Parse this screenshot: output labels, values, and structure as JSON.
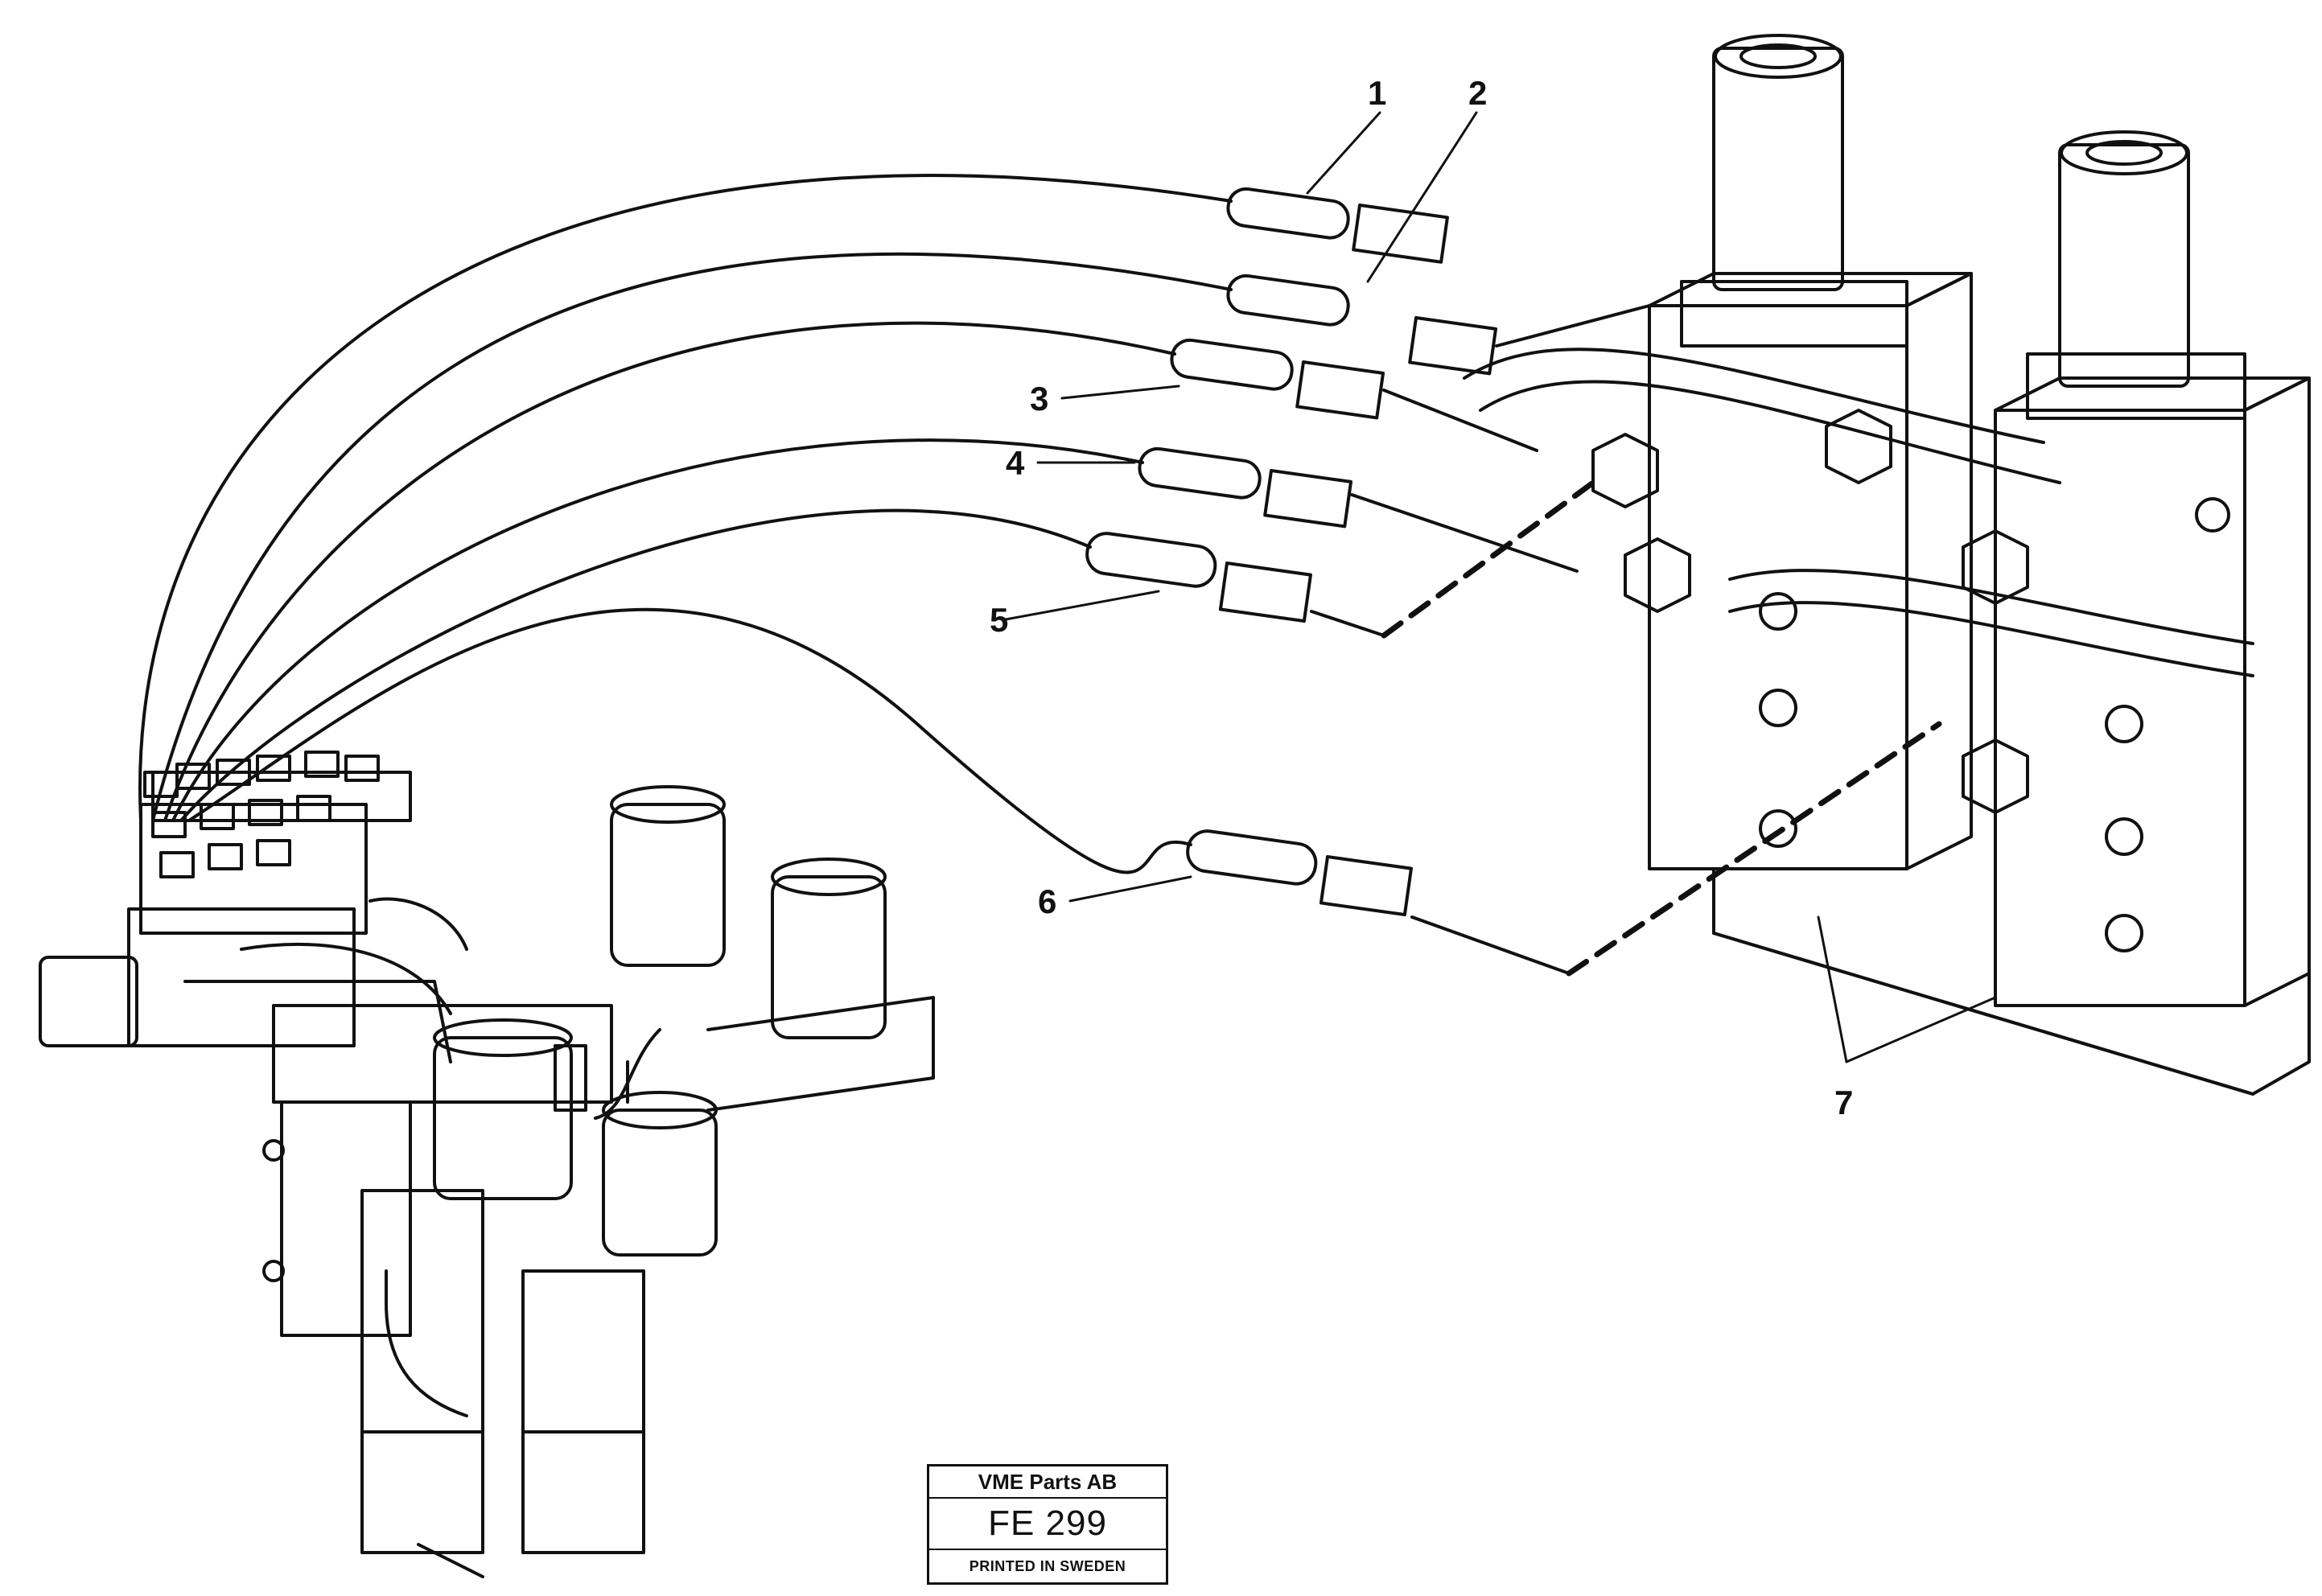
{
  "callouts": [
    {
      "id": "1",
      "text": "1"
    },
    {
      "id": "2",
      "text": "2"
    },
    {
      "id": "3",
      "text": "3"
    },
    {
      "id": "4",
      "text": "4"
    },
    {
      "id": "5",
      "text": "5"
    },
    {
      "id": "6",
      "text": "6"
    },
    {
      "id": "7",
      "text": "7"
    }
  ],
  "stamp": {
    "company": "VME Parts AB",
    "code": "FE 299",
    "printed": "PRINTED IN SWEDEN"
  }
}
